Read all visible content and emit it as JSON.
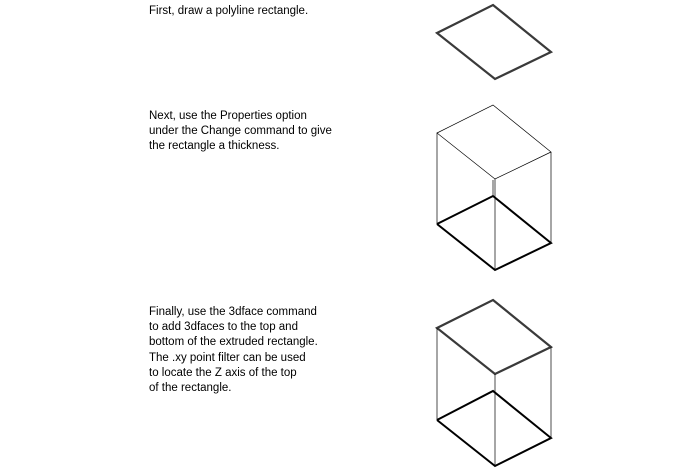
{
  "steps": [
    {
      "text": "First, draw a polyline rectangle.",
      "figure": "rectangle-icon"
    },
    {
      "text": "Next, use the Properties option\nunder the Change command to give\nthe rectangle a thickness.",
      "figure": "extruded-rectangle-icon"
    },
    {
      "text": "Finally, use the 3dface command\nto add 3dfaces to the top and\nbottom of the extruded rectangle.\nThe .xy point filter can be used\nto locate the Z axis of the top\nof the rectangle.",
      "figure": "faced-box-icon"
    }
  ]
}
